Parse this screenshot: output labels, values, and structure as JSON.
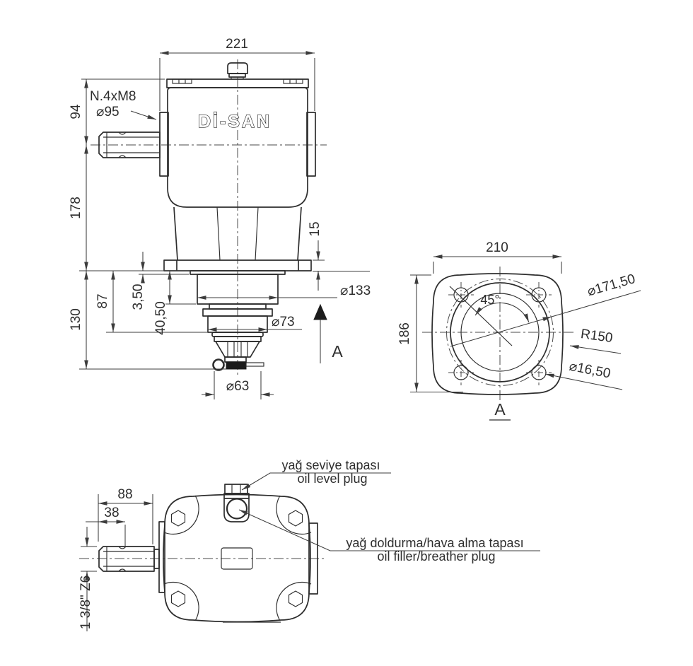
{
  "logo": "Dİ-SAN",
  "front": {
    "w221": "221",
    "h94": "94",
    "h178": "178",
    "h130": "130",
    "d87": "87",
    "d350": "3,50",
    "d4050": "40,50",
    "d15": "15",
    "thread": "N.4xM8",
    "d95": "⌀95",
    "d133": "⌀133",
    "d73": "⌀73",
    "d63": "⌀63",
    "section": "A"
  },
  "flange": {
    "w210": "210",
    "h186": "186",
    "bolt_circle": "⌀171,50",
    "radius": "R150",
    "hole": "⌀16,50",
    "angle": "45°",
    "label": "A"
  },
  "bottom": {
    "l88": "88",
    "l38": "38",
    "shaft": "1 3/8\" Z6",
    "level_tr": "yağ seviye tapası",
    "level_en": "oil level plug",
    "filler_tr": "yağ doldurma/hava alma tapası",
    "filler_en": "oil filler/breather plug"
  }
}
